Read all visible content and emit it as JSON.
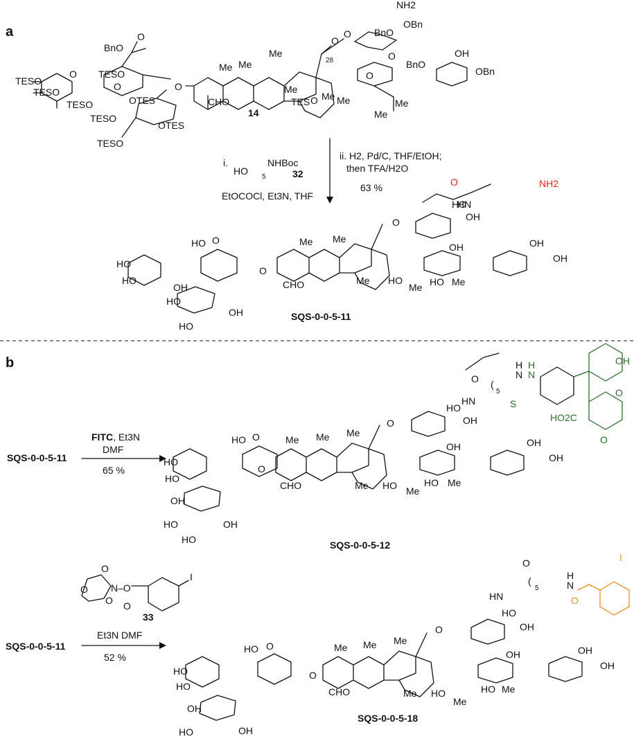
{
  "colors": {
    "linker": "#e8251c",
    "fluorescein": "#2e6b2e",
    "iodobenzoyl": "#e8901a",
    "ink": "#111111"
  },
  "panel_a": {
    "label": "a",
    "start_compound": "14",
    "carbonyl_locant": "28",
    "ring_labels": {
      "tes": "TES",
      "oTes": "OTES",
      "tesO": "TESO",
      "bnO": "BnO",
      "oBn": "OBn",
      "bn": "Bn",
      "nh2": "NH2",
      "me": "Me",
      "cho": "CHO",
      "o": "O",
      "oh": "OH",
      "ho": "HO",
      "h2n": "NH2",
      "hn": "HN"
    },
    "step_i": {
      "label": "i.",
      "reagent_id": "32",
      "protecting": "NHBoc",
      "acid": "HO",
      "subscript": "5",
      "activation": "EtOCOCl, Et3N, THF"
    },
    "step_ii": {
      "line1": "ii. H2, Pd/C, THF/EtOH;",
      "line2": "then TFA/H2O",
      "yield": "63 %"
    },
    "product": "SQS-0-0-5-11"
  },
  "panel_b": {
    "label": "b",
    "rxn1": {
      "starting": "SQS-0-0-5-11",
      "reagent": "FITC",
      "reagent_rest": ", Et3N",
      "solvent": "DMF",
      "yield": "65 %",
      "product": "SQS-0-0-5-12"
    },
    "rxn2": {
      "starting": "SQS-0-0-5-11",
      "reagent_id": "33",
      "reagent_atom": "I",
      "conditions": "Et3N DMF",
      "yield": "52 %",
      "product": "SQS-0-0-5-18"
    },
    "fluorescein_labels": {
      "oh": "OH",
      "o": "O",
      "co2h": "HO2C",
      "thio": "S",
      "nh": "N",
      "h": "H"
    }
  }
}
